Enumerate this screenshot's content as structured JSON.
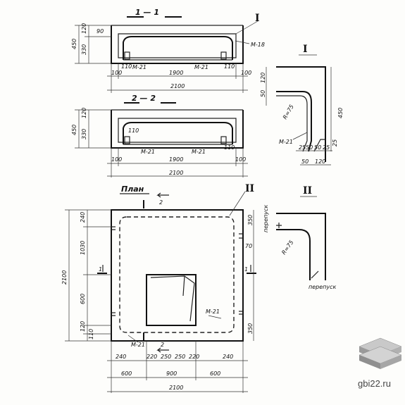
{
  "section_11": {
    "title": "1 — 1",
    "callout": "I",
    "dims_left": [
      "450",
      "330",
      "120"
    ],
    "dim_top_right": "90",
    "labels": [
      "М-21",
      "М-21",
      "М-18"
    ],
    "dims_small": [
      "110",
      "110"
    ],
    "dims_bottom": [
      "100",
      "1900",
      "100"
    ],
    "dim_total": "2100"
  },
  "section_22": {
    "title": "2 — 2",
    "dims_left": [
      "450",
      "330",
      "120"
    ],
    "labels": [
      "М-21",
      "М-21"
    ],
    "dims_small": [
      "110",
      "110"
    ],
    "dims_bottom": [
      "100",
      "1900",
      "100"
    ],
    "dim_total": "2100"
  },
  "detail_I": {
    "title": "I",
    "dims_v": [
      "120",
      "50",
      "450"
    ],
    "radius": "R=75",
    "label": "М-21",
    "dims_h1": [
      "25",
      "50",
      "50",
      "25"
    ],
    "dims_h2": [
      "50",
      "120"
    ],
    "dim_right": "25"
  },
  "detail_II": {
    "title": "II",
    "radius": "R=75",
    "notes": [
      "перепуск",
      "перепуск"
    ]
  },
  "plan": {
    "title": "План",
    "section_marks": [
      "2",
      "2",
      "1",
      "1"
    ],
    "callout": "II",
    "dims_left": [
      "240",
      "1030",
      "600",
      "120",
      "110"
    ],
    "dim_left_total": "2100",
    "dims_right": [
      "350",
      "70",
      "350"
    ],
    "labels": [
      "М-21",
      "М-21"
    ],
    "dims_bottom1": [
      "240",
      "220",
      "250",
      "250",
      "220",
      "240"
    ],
    "dims_bottom2": [
      "600",
      "900",
      "600"
    ],
    "dim_total": "2100"
  },
  "watermark": "gbi22.ru"
}
